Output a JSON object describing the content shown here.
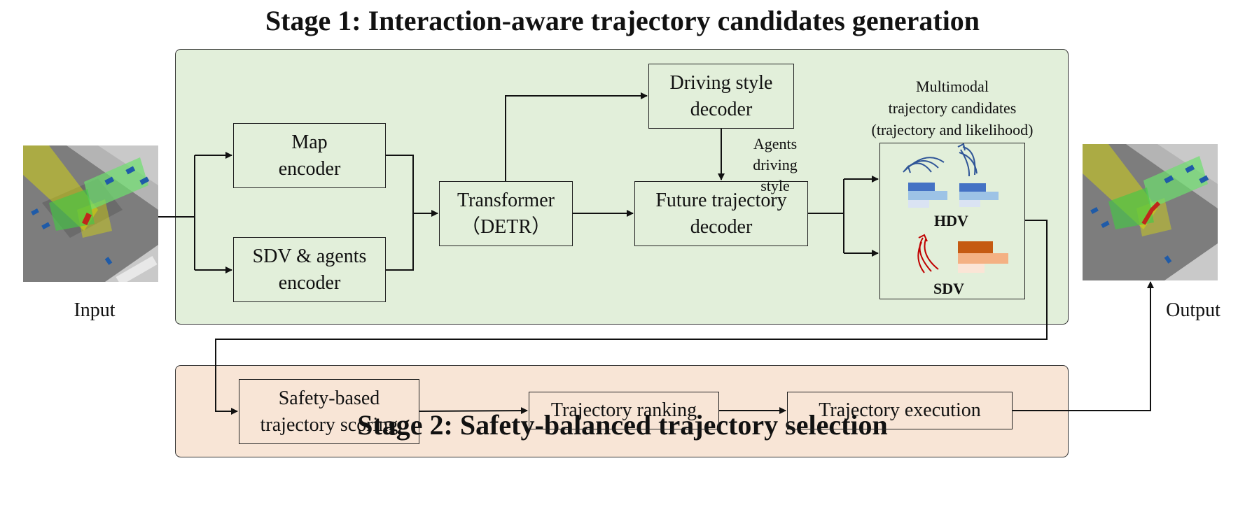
{
  "stage1": {
    "title": "Stage 1: Interaction-aware trajectory candidates generation",
    "panel_color": "#e2efda",
    "boxes": {
      "map_encoder": "Map\nencoder",
      "sdv_encoder": "SDV & agents\nencoder",
      "transformer": "Transformer\n（DETR）",
      "driving_style_decoder": "Driving style\ndecoder",
      "future_decoder": "Future trajectory\ndecoder"
    },
    "agents_label": "Agents\ndriving style",
    "candidates_label": "Multimodal\ntrajectory candidates\n(trajectory and likelihood)",
    "hdv_label": "HDV",
    "sdv_label": "SDV",
    "hdv_color": "#2f5597",
    "sdv_color": "#c00000"
  },
  "stage2": {
    "title": "Stage 2: Safety-balanced trajectory selection",
    "panel_color": "#f8e5d6",
    "boxes": {
      "scoring": "Safety-based\ntrajectory scoring",
      "ranking": "Trajectory ranking",
      "execution": "Trajectory  execution"
    }
  },
  "io": {
    "input_label": "Input",
    "output_label": "Output"
  },
  "icons": [
    "input-map-image",
    "output-map-image",
    "hdv-trajectory-icon",
    "sdv-trajectory-icon",
    "likelihood-bars"
  ]
}
